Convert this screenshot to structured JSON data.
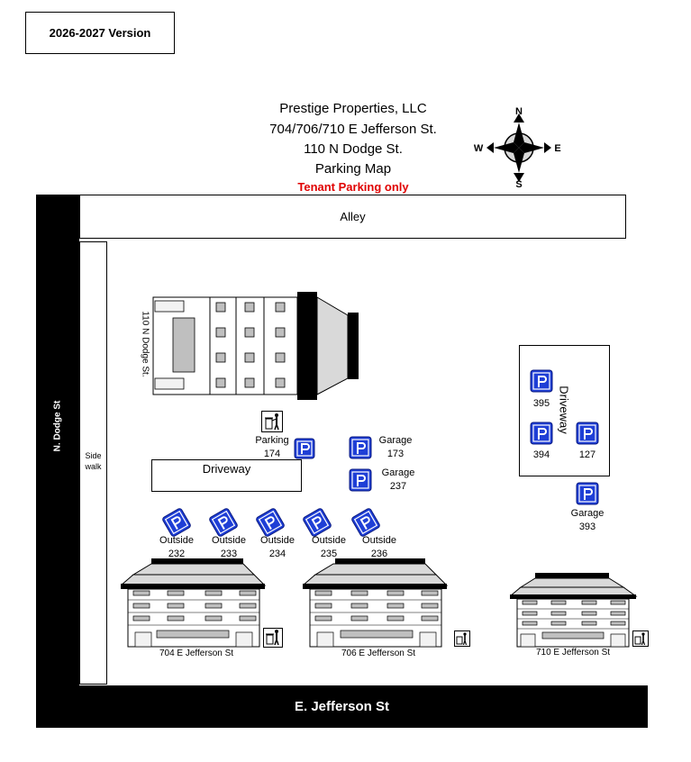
{
  "version_label": "2026-2027 Version",
  "title": {
    "line1": "Prestige Properties, LLC",
    "line2": "704/706/710  E Jefferson St.",
    "line3": "110 N Dodge St.",
    "line4": "Parking Map",
    "tenant_note": "Tenant Parking only"
  },
  "compass": {
    "n": "N",
    "s": "S",
    "e": "E",
    "w": "W"
  },
  "streets": {
    "alley": "Alley",
    "dodge": "N. Dodge St",
    "jefferson": "E. Jefferson St",
    "sidewalk": "Side walk"
  },
  "buildings": {
    "dodge110": "110 N Dodge St.",
    "b704": "704 E Jefferson St",
    "b706": "706 E Jefferson St",
    "b710": "710 E Jefferson St"
  },
  "driveways": {
    "left": "Driveway",
    "right": "Driveway"
  },
  "parking": [
    {
      "label": "Parking",
      "number": "174"
    },
    {
      "label": "Garage",
      "number": "173"
    },
    {
      "label": "Garage",
      "number": "237"
    },
    {
      "label": "Outside",
      "number": "232"
    },
    {
      "label": "Outside",
      "number": "233"
    },
    {
      "label": "Outside",
      "number": "234"
    },
    {
      "label": "Outside",
      "number": "235"
    },
    {
      "label": "Outside",
      "number": "236"
    },
    {
      "label": "",
      "number": "395"
    },
    {
      "label": "",
      "number": "394"
    },
    {
      "label": "",
      "number": "127"
    },
    {
      "label": "Garage",
      "number": "393"
    }
  ],
  "colors": {
    "parking_blue": "#1f3fd6",
    "tenant_red": "#e00000",
    "street_black": "#000000"
  },
  "icons": [
    "parking-sign-icon",
    "trash-can-icon",
    "compass-rose-icon"
  ]
}
